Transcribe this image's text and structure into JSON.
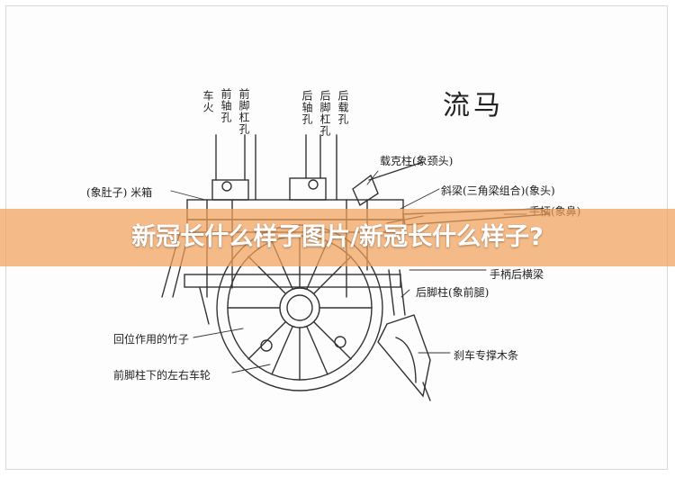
{
  "diagram": {
    "title": "流马",
    "top_labels": [
      "车火",
      "前轴孔",
      "前脚杠孔",
      "后轴孔",
      "后脚杠孔",
      "后载孔"
    ],
    "labels": {
      "zaike": "载克柱(象颈头)",
      "xielian": "斜梁(三角梁组合)(象头)",
      "shouba": "手柄(象鼻)",
      "mixiang": "(象肚子) 米箱",
      "shoubing_hengliang": "手柄后横梁",
      "houjiao": "后脚柱(象前腿)",
      "huizhuan": "回位作用的竹子",
      "qianjiao": "前脚柱下的左右车轮",
      "shache": "刹车专撑木条"
    }
  },
  "banner": {
    "text": "新冠长什么样子图片/新冠长什么样子?",
    "color": "#f0a05a"
  }
}
